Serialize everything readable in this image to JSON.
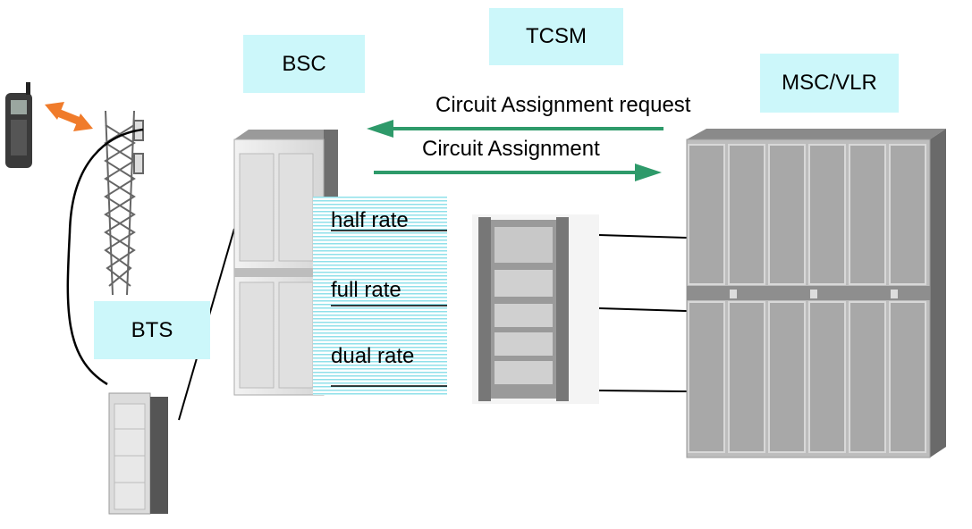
{
  "labels": {
    "bsc": "BSC",
    "tcsm": "TCSM",
    "msc": "MSC/VLR",
    "bts": "BTS"
  },
  "messages": {
    "request": "Circuit Assignment request",
    "response": "Circuit Assignment"
  },
  "rates": {
    "half": "half rate",
    "full": "full rate",
    "dual": "dual rate"
  },
  "colors": {
    "label_bg": "#ccf7fa",
    "arrow_green": "#2e9a6a",
    "mobile_arrow": "#f07b2a",
    "hatch": "#8fe0ea"
  },
  "icons": {
    "phone": "mobile-phone-icon",
    "tower": "antenna-tower-icon",
    "bts_cabinet": "bts-cabinet-icon",
    "bsc_cabinet": "bsc-cabinet-icon",
    "tcsm_rack": "tcsm-rack-icon",
    "msc_cabinet": "msc-cabinet-icon"
  }
}
